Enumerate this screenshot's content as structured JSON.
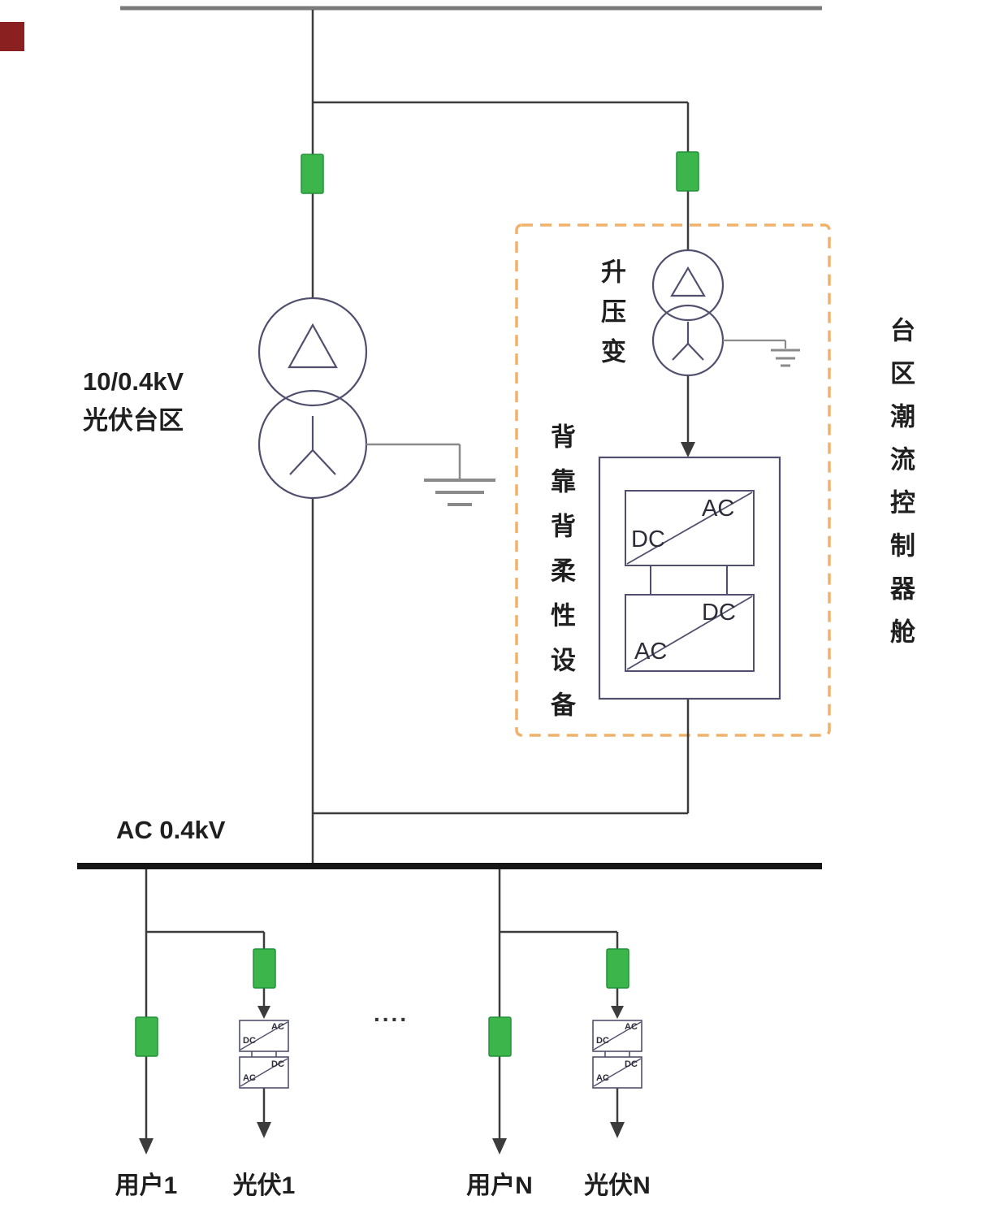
{
  "diagram": {
    "area_label": {
      "line1": "10/0.4kV",
      "line2": "光伏台区"
    },
    "boost_transformer_label": "升压变",
    "back_to_back_label": "背靠背柔性设备",
    "cabin_label": "台区潮流控制器舱",
    "ac_bus_label": "AC 0.4kV",
    "converter": {
      "dc": "DC",
      "ac": "AC"
    },
    "feeders": {
      "user1": "用户1",
      "pv1": "光伏1",
      "dots": "....",
      "userN": "用户N",
      "pvN": "光伏N"
    }
  },
  "colors": {
    "breaker_fill": "#3cb54a",
    "breaker_border": "#23913a",
    "dashed_box": "#f0b26a",
    "line": "#3c3c3c",
    "transformer_stroke": "#50506e",
    "bus": "#151515",
    "top_bus": "#7a7a7a",
    "ground": "#8a8a8a",
    "corner_mark": "#8b2020"
  }
}
